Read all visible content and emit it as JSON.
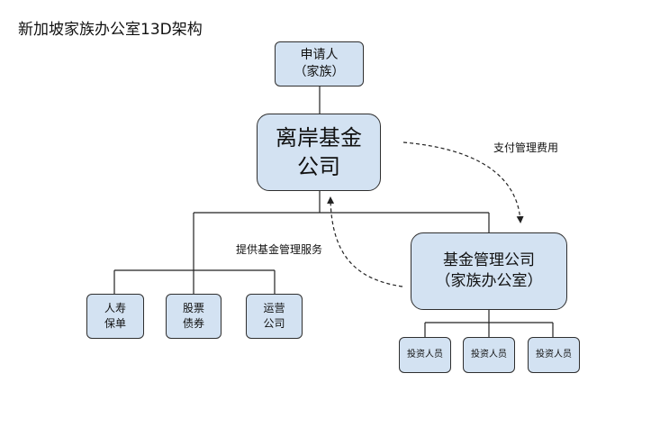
{
  "title": "新加坡家族办公室13D架构",
  "nodes": {
    "applicant": {
      "line1": "申请人",
      "line2": "（家族）"
    },
    "offshore_fund": {
      "line1": "离岸基金",
      "line2": "公司"
    },
    "fund_manager": {
      "line1": "基金管理公司",
      "line2": "（家族办公室）"
    },
    "life_insurance": {
      "line1": "人寿",
      "line2": "保单"
    },
    "stocks_bonds": {
      "line1": "股票",
      "line2": "债券"
    },
    "operating_company": {
      "line1": "运营",
      "line2": "公司"
    },
    "investors": [
      "投资人员",
      "投资人员",
      "投资人员"
    ]
  },
  "edges": {
    "pay_fee": "支付管理费用",
    "provide_service": "提供基金管理服务"
  },
  "colors": {
    "box_fill": "#d3e2f2",
    "box_border": "#2f2f2f",
    "line": "#222222"
  }
}
